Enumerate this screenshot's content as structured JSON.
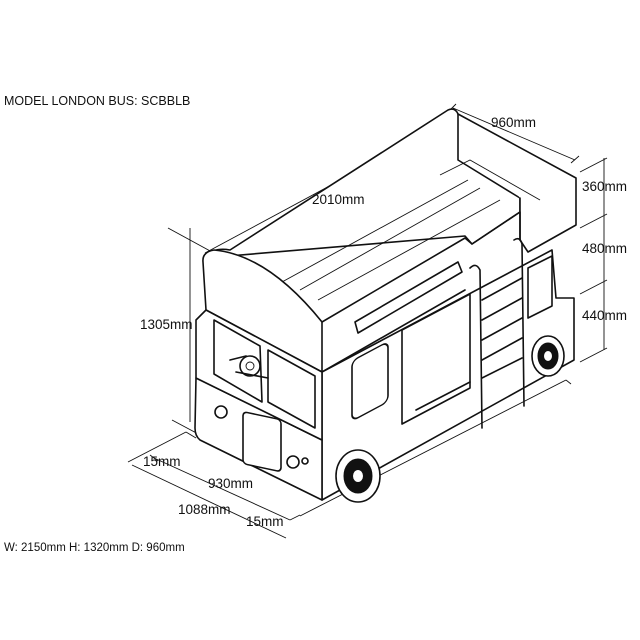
{
  "model_label": "MODEL LONDON BUS: SCBBLB",
  "overall_dims": "W: 2150mm H: 1320mm D: 960mm",
  "dimensions": {
    "depth_top": "960mm",
    "length_top": "2010mm",
    "upper_rail": "360mm",
    "middle_section": "480mm",
    "lower_section": "440mm",
    "total_height": "1305mm",
    "side_offset": "15mm",
    "front_width": "930mm",
    "outer_width": "1088mm",
    "front_offset": "15mm"
  }
}
